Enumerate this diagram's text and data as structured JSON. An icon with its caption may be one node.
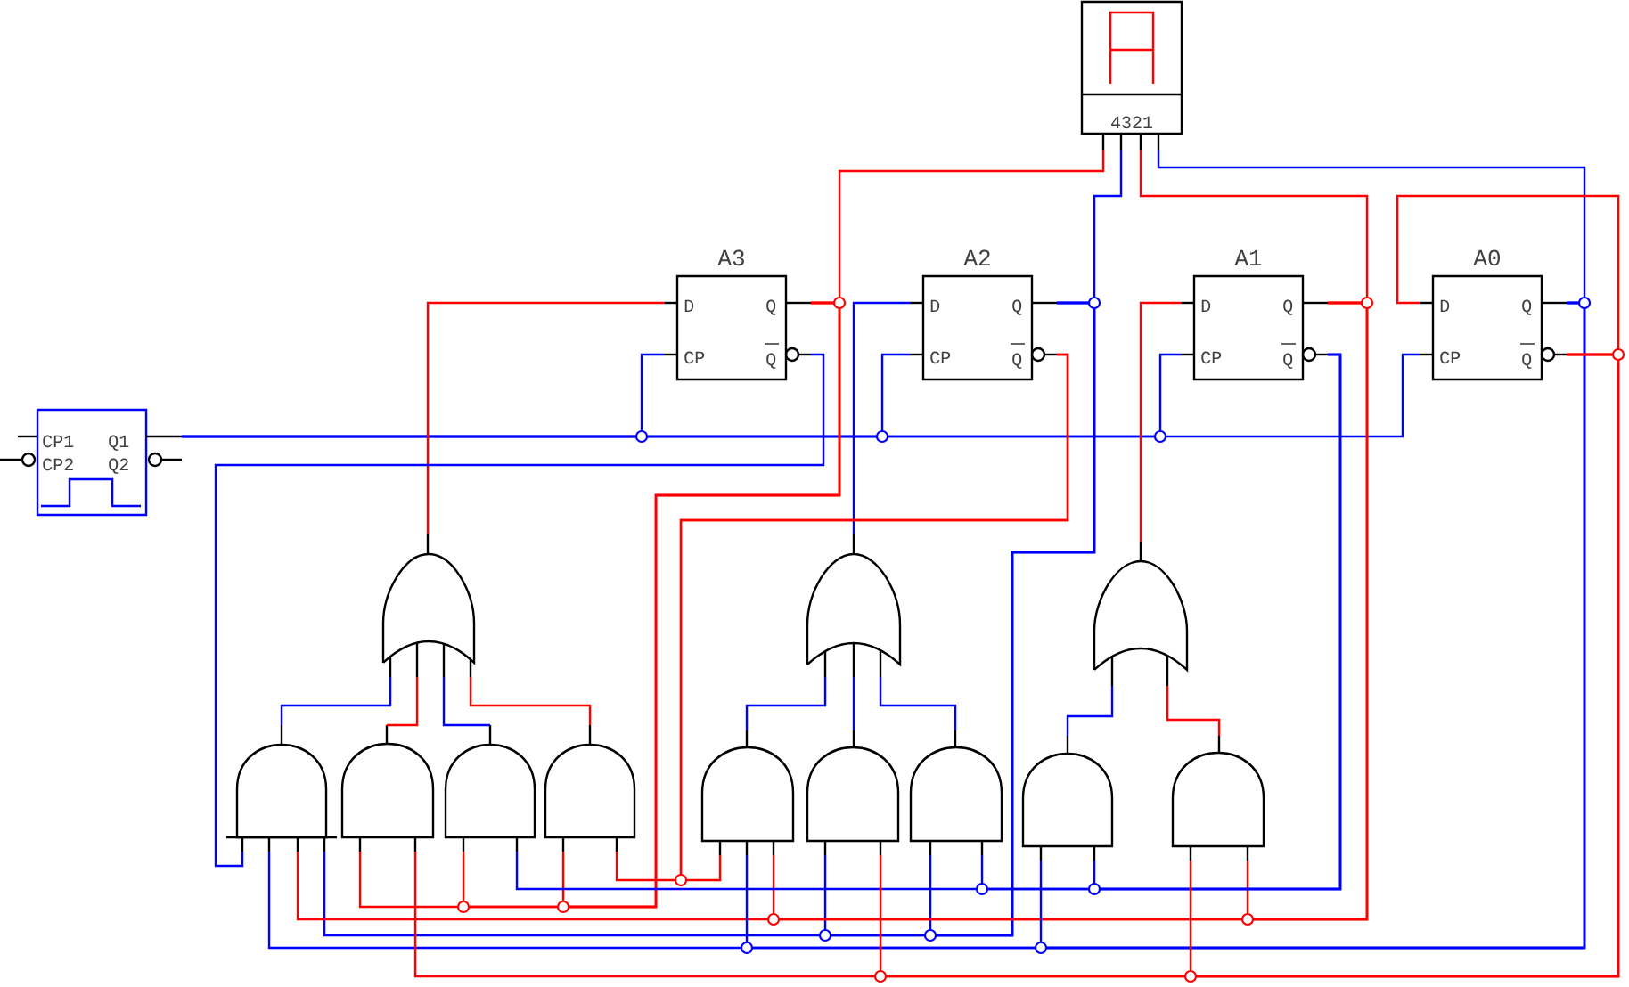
{
  "diagram": {
    "nodes": [
      {
        "text": [
          "4321"
        ]
      },
      {
        "text": [
          "CP1",
          "Q1",
          "CP2",
          "Q2"
        ]
      },
      {
        "text": [
          "A3",
          "D",
          "CP",
          "Q",
          "Q"
        ]
      },
      {
        "text": [
          "A2",
          "D",
          "CP",
          "Q",
          "Q"
        ]
      },
      {
        "text": [
          "A1",
          "D",
          "CP",
          "Q",
          "Q"
        ]
      },
      {
        "text": [
          "A0",
          "D",
          "CP",
          "Q",
          "Q"
        ]
      },
      {
        "text": [],
        "shape": "or-gate"
      },
      {
        "text": [],
        "shape": "or-gate"
      },
      {
        "text": [],
        "shape": "or-gate"
      },
      {
        "text": [],
        "shape": "and-gate"
      },
      {
        "text": [],
        "shape": "and-gate"
      },
      {
        "text": [],
        "shape": "and-gate"
      },
      {
        "text": [],
        "shape": "and-gate"
      },
      {
        "text": [],
        "shape": "and-gate"
      },
      {
        "text": [],
        "shape": "and-gate"
      },
      {
        "text": [],
        "shape": "and-gate"
      },
      {
        "text": [],
        "shape": "and-gate"
      },
      {
        "text": [],
        "shape": "and-gate"
      }
    ],
    "edges": [
      {
        "from": 1,
        "to": 2,
        "arrow": "none",
        "color": "#0000ff"
      },
      {
        "from": 1,
        "to": 3,
        "arrow": "none",
        "color": "#0000ff"
      },
      {
        "from": 1,
        "to": 4,
        "arrow": "none",
        "color": "#0000ff"
      },
      {
        "from": 1,
        "to": 5,
        "arrow": "none",
        "color": "#0000ff"
      },
      {
        "from": 6,
        "to": 2,
        "arrow": "none",
        "color": "#ff0000"
      },
      {
        "from": 7,
        "to": 3,
        "arrow": "none",
        "color": "#0000ff"
      },
      {
        "from": 8,
        "to": 4,
        "arrow": "none",
        "color": "#ff0000"
      },
      {
        "from": 2,
        "to": 0,
        "arrow": "none",
        "color": "#ff0000"
      },
      {
        "from": 2,
        "to": 10,
        "arrow": "none",
        "color": "#ff0000"
      },
      {
        "from": 2,
        "to": 11,
        "arrow": "none",
        "color": "#ff0000"
      },
      {
        "from": 2,
        "to": 12,
        "arrow": "none",
        "color": "#ff0000"
      },
      {
        "from": 2,
        "to": 9,
        "arrow": "none",
        "color": "#0000ff"
      },
      {
        "from": 3,
        "to": 0,
        "arrow": "none",
        "color": "#0000ff"
      },
      {
        "from": 3,
        "to": 9,
        "arrow": "none",
        "color": "#0000ff"
      },
      {
        "from": 3,
        "to": 14,
        "arrow": "none",
        "color": "#0000ff"
      },
      {
        "from": 3,
        "to": 15,
        "arrow": "none",
        "color": "#0000ff"
      },
      {
        "from": 3,
        "to": 12,
        "arrow": "none",
        "color": "#ff0000"
      },
      {
        "from": 3,
        "to": 13,
        "arrow": "none",
        "color": "#ff0000"
      },
      {
        "from": 4,
        "to": 0,
        "arrow": "none",
        "color": "#ff0000"
      },
      {
        "from": 4,
        "to": 9,
        "arrow": "none",
        "color": "#ff0000"
      },
      {
        "from": 4,
        "to": 13,
        "arrow": "none",
        "color": "#ff0000"
      },
      {
        "from": 4,
        "to": 17,
        "arrow": "none",
        "color": "#ff0000"
      },
      {
        "from": 4,
        "to": 11,
        "arrow": "none",
        "color": "#0000ff"
      },
      {
        "from": 4,
        "to": 15,
        "arrow": "none",
        "color": "#0000ff"
      },
      {
        "from": 4,
        "to": 16,
        "arrow": "none",
        "color": "#0000ff"
      },
      {
        "from": 5,
        "to": 0,
        "arrow": "none",
        "color": "#0000ff"
      },
      {
        "from": 5,
        "to": 9,
        "arrow": "none",
        "color": "#0000ff"
      },
      {
        "from": 5,
        "to": 13,
        "arrow": "none",
        "color": "#0000ff"
      },
      {
        "from": 5,
        "to": 16,
        "arrow": "none",
        "color": "#0000ff"
      },
      {
        "from": 5,
        "to": 5,
        "arrow": "none",
        "color": "#ff0000"
      },
      {
        "from": 5,
        "to": 10,
        "arrow": "none",
        "color": "#ff0000"
      },
      {
        "from": 5,
        "to": 14,
        "arrow": "none",
        "color": "#ff0000"
      },
      {
        "from": 5,
        "to": 17,
        "arrow": "none",
        "color": "#ff0000"
      },
      {
        "from": 9,
        "to": 6,
        "arrow": "none",
        "color": "#0000ff"
      },
      {
        "from": 10,
        "to": 6,
        "arrow": "none",
        "color": "#ff0000"
      },
      {
        "from": 11,
        "to": 6,
        "arrow": "none",
        "color": "#0000ff"
      },
      {
        "from": 12,
        "to": 6,
        "arrow": "none",
        "color": "#ff0000"
      },
      {
        "from": 13,
        "to": 7,
        "arrow": "none",
        "color": "#0000ff"
      },
      {
        "from": 14,
        "to": 7,
        "arrow": "none",
        "color": "#0000ff"
      },
      {
        "from": 15,
        "to": 7,
        "arrow": "none",
        "color": "#0000ff"
      },
      {
        "from": 16,
        "to": 8,
        "arrow": "none",
        "color": "#0000ff"
      },
      {
        "from": 17,
        "to": 8,
        "arrow": "none",
        "color": "#ff0000"
      }
    ]
  }
}
